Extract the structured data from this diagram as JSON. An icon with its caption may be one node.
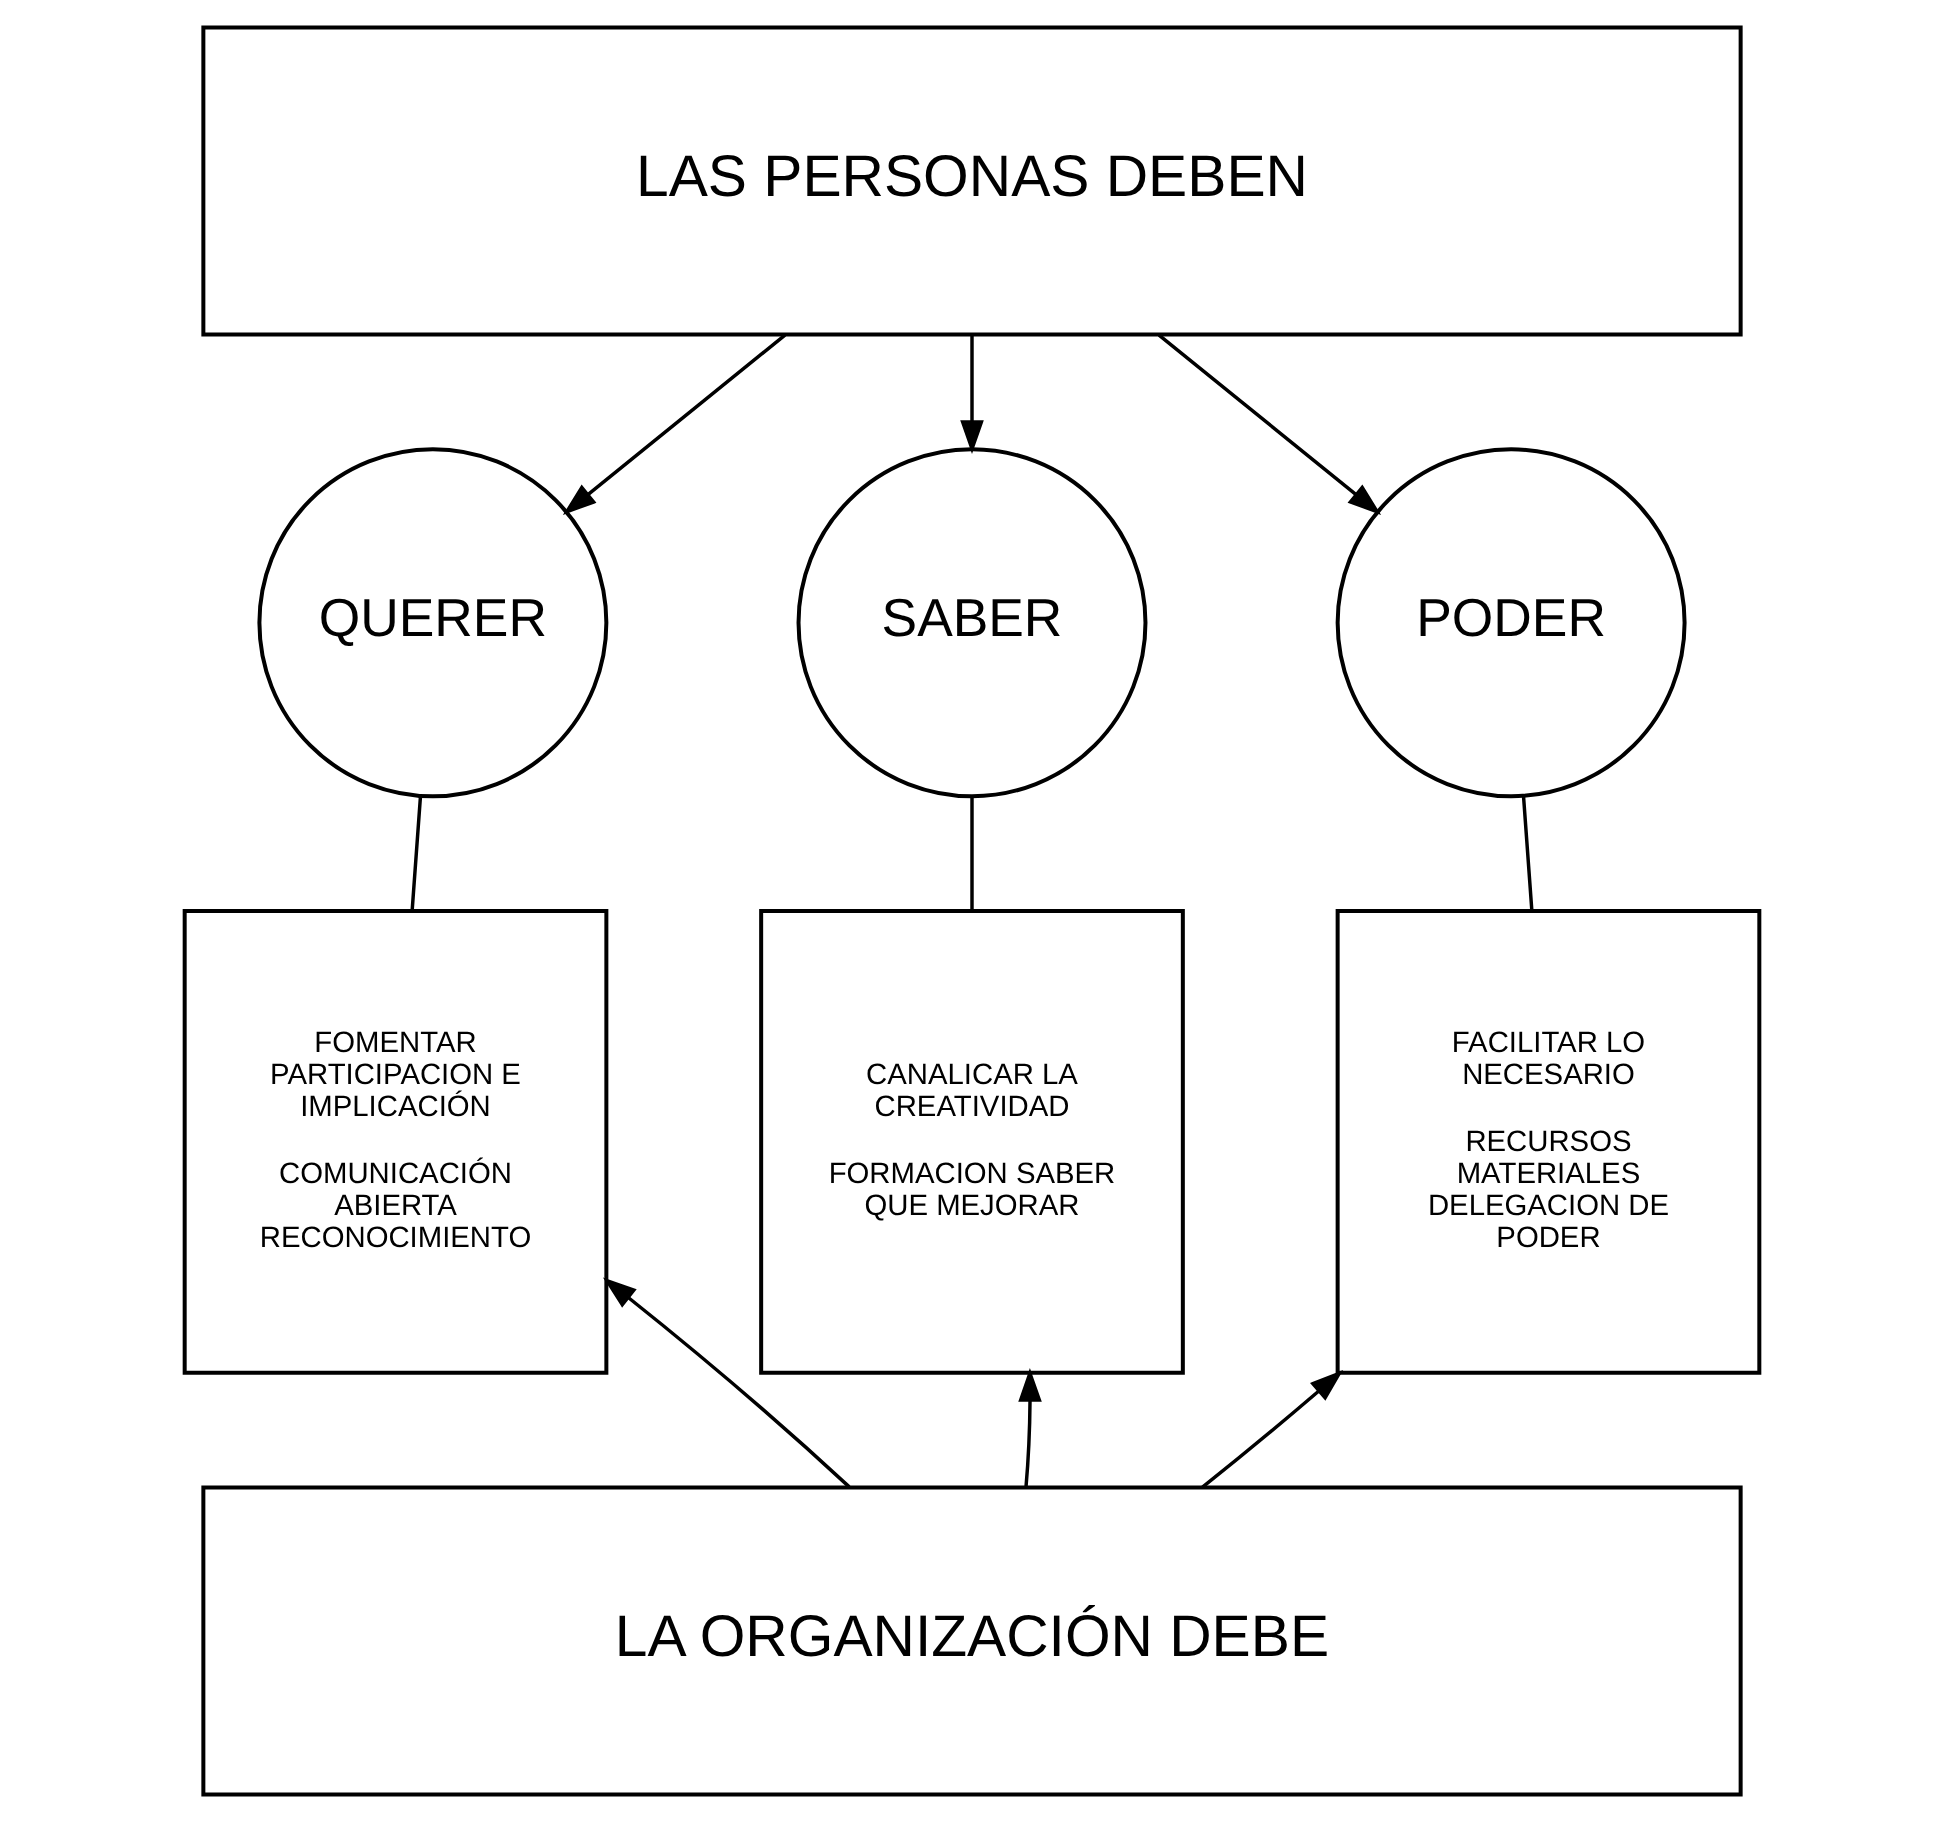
{
  "diagram": {
    "nodes": [
      {
        "text": [
          "LAS PERSONAS DEBEN"
        ]
      },
      {
        "text": [
          "QUERER"
        ]
      },
      {
        "text": [
          "SABER"
        ]
      },
      {
        "text": [
          "PODER"
        ]
      },
      {
        "text": [
          "FOMENTAR PARTICIPACION E IMPLICACIÓN",
          "COMUNICACIÓN ABIERTA RECONOCIMIENTO"
        ]
      },
      {
        "text": [
          "CANALICAR LA CREATIVIDAD",
          "FORMACION SABER QUE MEJORAR"
        ]
      },
      {
        "text": [
          "FACILITAR LO NECESARIO",
          "RECURSOS MATERIALES DELEGACION DE PODER"
        ]
      },
      {
        "text": [
          "LA ORGANIZACIÓN DEBE"
        ]
      }
    ],
    "edges": [
      {
        "from": 0,
        "to": 1,
        "arrow": "to"
      },
      {
        "from": 0,
        "to": 2,
        "arrow": "to"
      },
      {
        "from": 0,
        "to": 3,
        "arrow": "to"
      },
      {
        "from": 1,
        "to": 4,
        "arrow": "none"
      },
      {
        "from": 2,
        "to": 5,
        "arrow": "none"
      },
      {
        "from": 3,
        "to": 6,
        "arrow": "none"
      },
      {
        "from": 7,
        "to": 4,
        "arrow": "to"
      },
      {
        "from": 7,
        "to": 5,
        "arrow": "to"
      },
      {
        "from": 7,
        "to": 6,
        "arrow": "to"
      }
    ]
  }
}
